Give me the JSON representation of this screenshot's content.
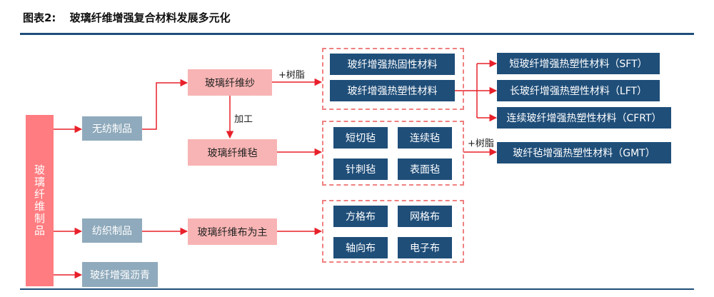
{
  "header": {
    "figure_label": "图表2:",
    "title": "玻璃纤维增强复合材料发展多元化"
  },
  "root": {
    "label": "玻璃纤维制品"
  },
  "categories": {
    "nonwoven": "无纺制品",
    "woven": "纺织制品",
    "asphalt": "玻纤增强沥青"
  },
  "intermediates": {
    "yarn": "玻璃纤维纱",
    "mat": "玻璃纤维毡",
    "fabric": "玻璃纤维布为主"
  },
  "yarn_products": [
    "玻纤增强热固性材料",
    "玻纤增强热塑性材料"
  ],
  "mat_products": [
    "短切毡",
    "连续毡",
    "针刺毡",
    "表面毡"
  ],
  "fabric_products": [
    "方格布",
    "网格布",
    "轴向布",
    "电子布"
  ],
  "thermoplastic_products": [
    "短玻纤增强热塑性材料（SFT）",
    "长玻纤增强热塑性材料（LFT）",
    "连续玻纤增强热塑性材料（CFRT）"
  ],
  "gmt_product": "玻纤毡增强热塑性材料（GMT）",
  "edge_labels": {
    "resin_1": "+树脂",
    "process": "加工",
    "resin_2": "+树脂"
  },
  "colors": {
    "root": "#ff7c80",
    "intermediate": "#f8b4b4",
    "category": "#8faabc",
    "product": "#1f4e79",
    "arrow": "#e8202a"
  }
}
